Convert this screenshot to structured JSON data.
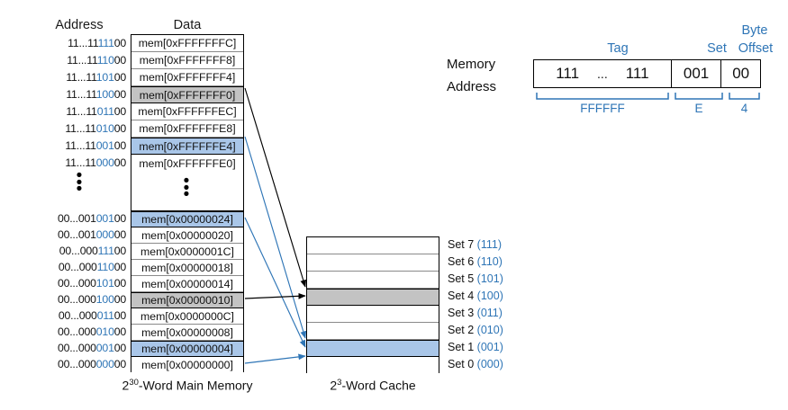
{
  "headers": {
    "address": "Address",
    "data": "Data"
  },
  "memory": {
    "caption_base": "2",
    "caption_exp": "30",
    "caption_rest": "-Word Main Memory",
    "upper_rows": [
      {
        "addr_pre": "11...11",
        "addr_set": "111",
        "addr_off": "00",
        "data": "mem[0xFFFFFFFC]",
        "fill": "none"
      },
      {
        "addr_pre": "11...11",
        "addr_set": "110",
        "addr_off": "00",
        "data": "mem[0xFFFFFFF8]",
        "fill": "none"
      },
      {
        "addr_pre": "11...11",
        "addr_set": "101",
        "addr_off": "00",
        "data": "mem[0xFFFFFFF4]",
        "fill": "none"
      },
      {
        "addr_pre": "11...11",
        "addr_set": "100",
        "addr_off": "00",
        "data": "mem[0xFFFFFFF0]",
        "fill": "gray"
      },
      {
        "addr_pre": "11...11",
        "addr_set": "011",
        "addr_off": "00",
        "data": "mem[0xFFFFFFEC]",
        "fill": "none"
      },
      {
        "addr_pre": "11...11",
        "addr_set": "010",
        "addr_off": "00",
        "data": "mem[0xFFFFFFE8]",
        "fill": "none"
      },
      {
        "addr_pre": "11...11",
        "addr_set": "001",
        "addr_off": "00",
        "data": "mem[0xFFFFFFE4]",
        "fill": "blue"
      },
      {
        "addr_pre": "11...11",
        "addr_set": "000",
        "addr_off": "00",
        "data": "mem[0xFFFFFFE0]",
        "fill": "none"
      }
    ],
    "lower_rows": [
      {
        "addr_pre": "00...001",
        "addr_set": "001",
        "addr_off": "00",
        "data": "mem[0x00000024]",
        "fill": "blue"
      },
      {
        "addr_pre": "00...001",
        "addr_set": "000",
        "addr_off": "00",
        "data": "mem[0x00000020]",
        "fill": "none"
      },
      {
        "addr_pre": "00...000",
        "addr_set": "111",
        "addr_off": "00",
        "data": "mem[0x0000001C]",
        "fill": "none"
      },
      {
        "addr_pre": "00...000",
        "addr_set": "110",
        "addr_off": "00",
        "data": "mem[0x00000018]",
        "fill": "none"
      },
      {
        "addr_pre": "00...000",
        "addr_set": "101",
        "addr_off": "00",
        "data": "mem[0x00000014]",
        "fill": "none"
      },
      {
        "addr_pre": "00...000",
        "addr_set": "100",
        "addr_off": "00",
        "data": "mem[0x00000010]",
        "fill": "gray"
      },
      {
        "addr_pre": "00...000",
        "addr_set": "011",
        "addr_off": "00",
        "data": "mem[0x0000000C]",
        "fill": "none"
      },
      {
        "addr_pre": "00...000",
        "addr_set": "010",
        "addr_off": "00",
        "data": "mem[0x00000008]",
        "fill": "none"
      },
      {
        "addr_pre": "00...000",
        "addr_set": "001",
        "addr_off": "00",
        "data": "mem[0x00000004]",
        "fill": "blue"
      },
      {
        "addr_pre": "00...000",
        "addr_set": "000",
        "addr_off": "00",
        "data": "mem[0x00000000]",
        "fill": "none"
      }
    ],
    "ellipsis_glyph": "•"
  },
  "cache": {
    "caption_base": "2",
    "caption_exp": "3",
    "caption_rest": "-Word Cache",
    "rows": [
      {
        "label": "Set 7",
        "bits": "(111)",
        "fill": "none"
      },
      {
        "label": "Set 6",
        "bits": "(110)",
        "fill": "none"
      },
      {
        "label": "Set 5",
        "bits": "(101)",
        "fill": "none"
      },
      {
        "label": "Set 4",
        "bits": "(100)",
        "fill": "gray"
      },
      {
        "label": "Set 3",
        "bits": "(011)",
        "fill": "none"
      },
      {
        "label": "Set 2",
        "bits": "(010)",
        "fill": "none"
      },
      {
        "label": "Set 1",
        "bits": "(001)",
        "fill": "blue"
      },
      {
        "label": "Set 0",
        "bits": "(000)",
        "fill": "none"
      }
    ]
  },
  "address_breakdown": {
    "row1": "Memory",
    "row2": "Address",
    "field_tag": "Tag",
    "field_set": "Set",
    "field_byte": "Byte",
    "field_offset": "Offset",
    "seg_tag_left": "111",
    "seg_tag_mid": "...",
    "seg_tag_right": "111",
    "seg_set": "001",
    "seg_offset": "00",
    "hex_tag": "FFFFFF",
    "hex_set": "E",
    "hex_offset": "4"
  },
  "colors": {
    "accent_blue": "#2e75b6",
    "fill_blue": "#a9c6e8",
    "fill_gray": "#c3c3c3",
    "arrow_black": "#000000",
    "arrow_blue": "#2e75b6"
  }
}
